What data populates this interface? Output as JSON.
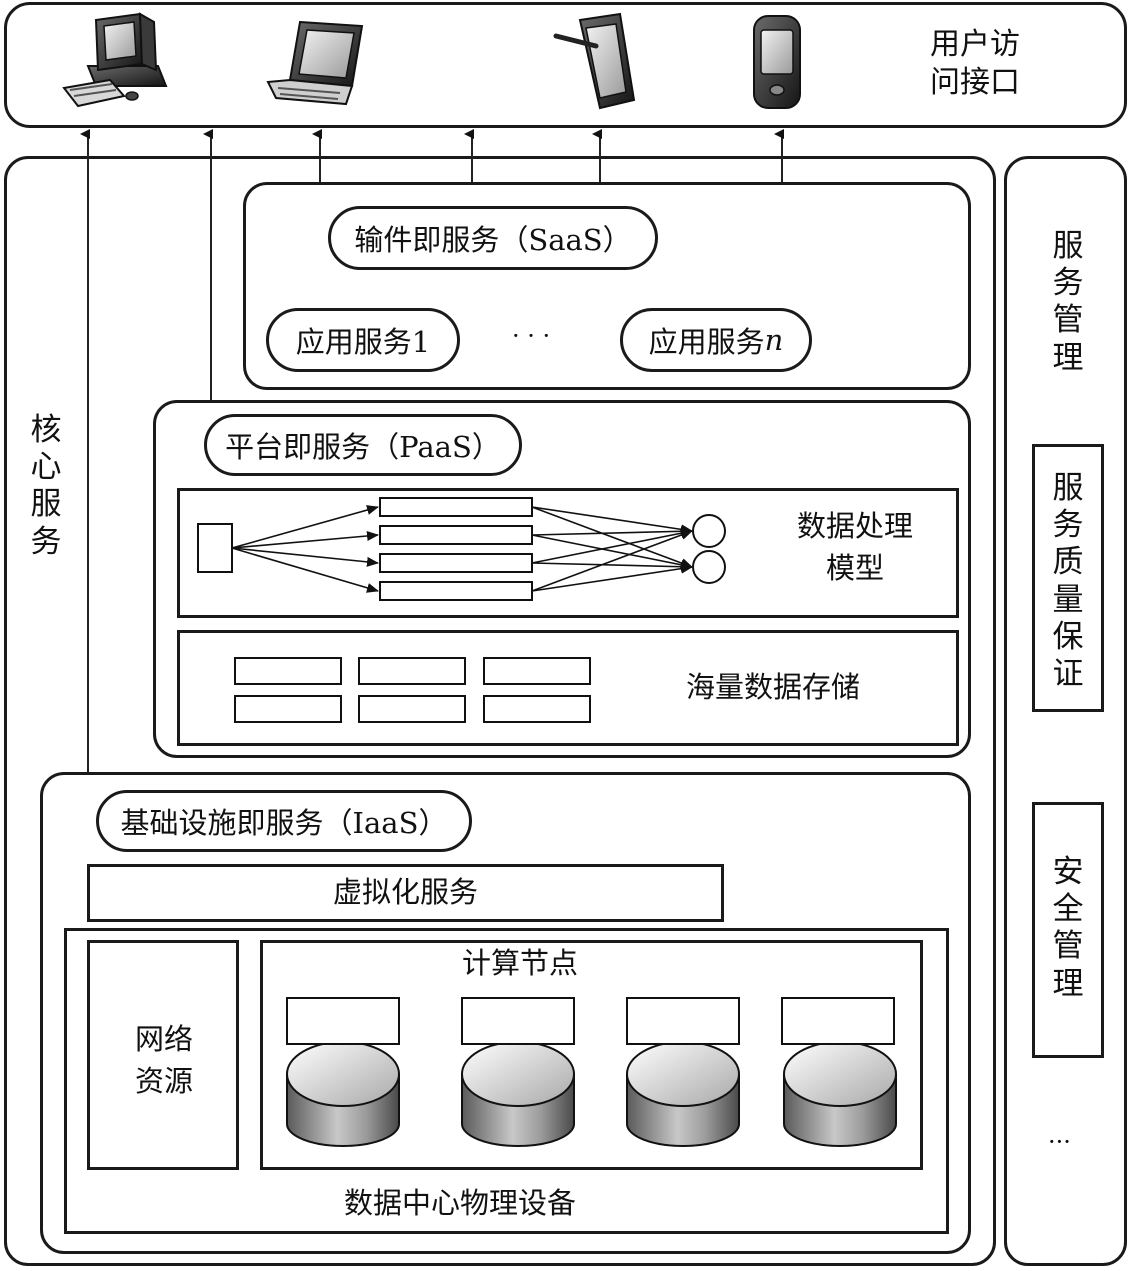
{
  "user_access": "用户访问接口",
  "core_services": "核心服务",
  "saas": {
    "title": "输件即服务（SaaS）",
    "app_first": "应用服务1",
    "ellipsis": "· · ·",
    "app_last_prefix": "应用服务",
    "app_last_var": "n"
  },
  "paas": {
    "title": "平台即服务（PaaS）",
    "data_processing_model": "数据处理模型",
    "mass_storage": "海量数据存储"
  },
  "iaas": {
    "title": "基础设施即服务（IaaS）",
    "virtualization": "虚拟化服务",
    "network_resources": "网络资源",
    "compute_nodes": "计算节点",
    "datacenter_equipment": "数据中心物理设备"
  },
  "side": {
    "service_management": "服务管理",
    "qos": "服务质量保证",
    "security": "安全管理",
    "more": "···"
  },
  "icons": [
    "desktop-computer-icon",
    "laptop-icon",
    "tablet-stylus-icon",
    "smartphone-icon"
  ]
}
